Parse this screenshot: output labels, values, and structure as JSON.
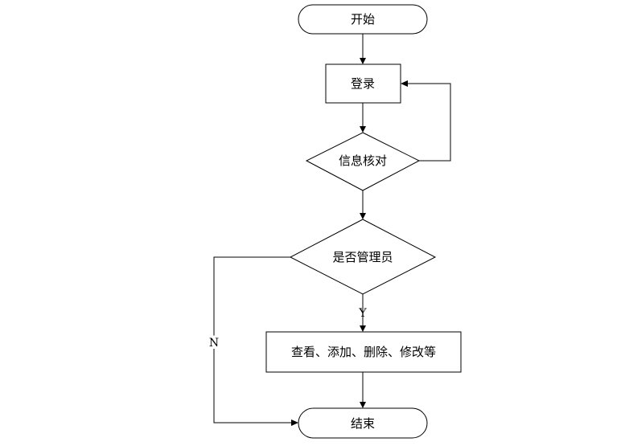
{
  "nodes": {
    "start": "开始",
    "login": "登录",
    "verify": "信息核对",
    "is_admin": "是否管理员",
    "operations": "查看、添加、删除、修改等",
    "end": "结束"
  },
  "edges": {
    "yes": "Y",
    "no": "N"
  },
  "colors": {
    "stroke": "#000000",
    "fill": "#ffffff"
  }
}
